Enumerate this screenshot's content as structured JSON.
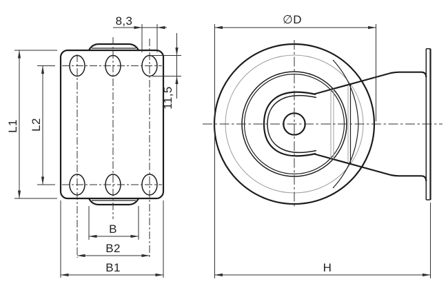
{
  "labels": {
    "top_view": {
      "hole_slot_width": "8,3",
      "hole_slot_length": "11,5",
      "plate_length_overall": "L1",
      "bolt_spacing_length": "L2",
      "housing_width": "B",
      "bolt_spacing_width": "B2",
      "plate_width_overall": "B1"
    },
    "side_view": {
      "wheel_diameter": "∅D",
      "total_height": "H"
    }
  },
  "colors": {
    "line": "#1c1c1c",
    "dim_line": "#2e2e2e",
    "aux_line": "#9c9c9c",
    "background": "#ffffff"
  }
}
